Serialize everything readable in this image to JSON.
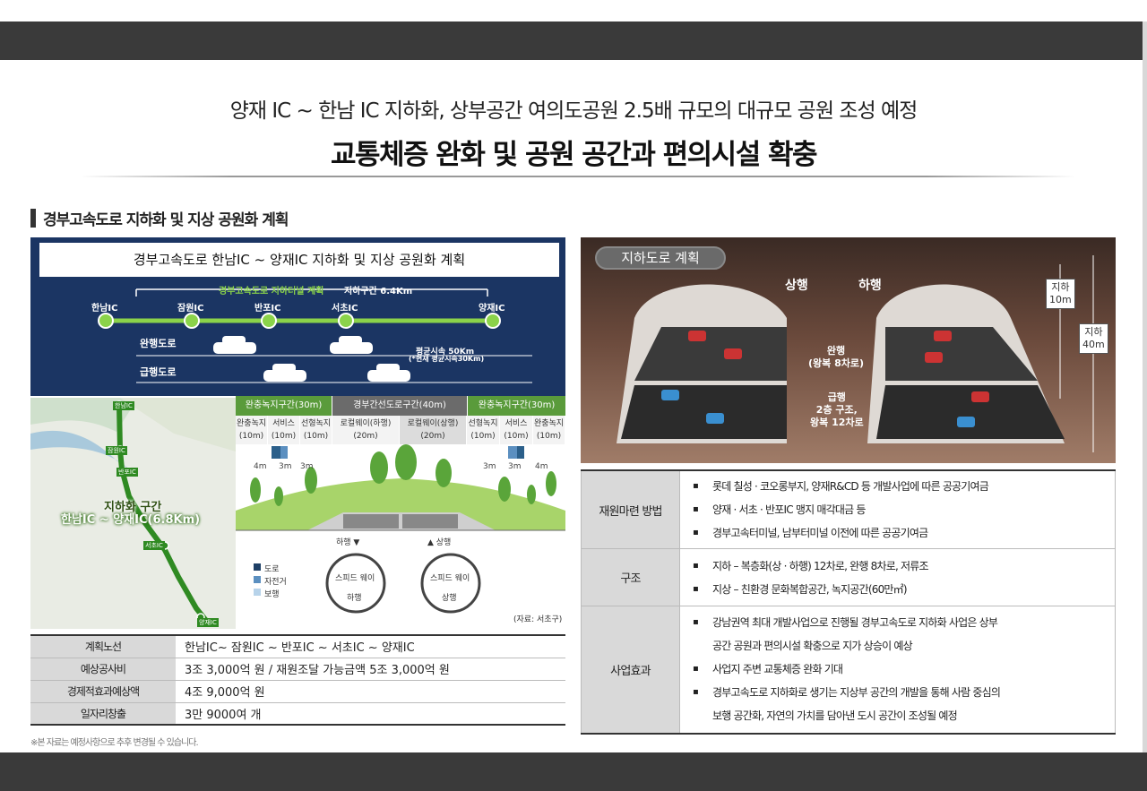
{
  "header": {
    "subtitle": "양재 IC ~ 한남 IC 지하화, 상부공간 여의도공원 2.5배 규모의 대규모 공원 조성 예정",
    "title": "교통체증 완화 및 공원 공간과 편의시설 확충"
  },
  "section": {
    "title": "경부고속도로 지하화 및 지상 공원화 계획"
  },
  "plan_panel": {
    "title": "경부고속도로 한남IC ~ 양재IC 지하화 및 지상 공원화 계획",
    "range_label": "경부고속도로 지하터널 계획",
    "range_length": "지하구간 6.4Km",
    "ics": [
      "한남IC",
      "잠원IC",
      "반포IC",
      "서초IC",
      "양재IC"
    ],
    "lane_slow": "완행도로",
    "lane_fast": "급행도로",
    "speed_line1": "평균시속 50Km",
    "speed_line2": "(*현재 평균시속30Km)"
  },
  "map": {
    "line1": "지하화 구간",
    "line2": "한남IC ~ 양재IC(6.8Km)",
    "ic_labels": [
      "한남IC",
      "잠원IC",
      "반포IC",
      "서초IC",
      "양재IC"
    ]
  },
  "cross_section": {
    "zones": [
      "완충녹지구간(30m)",
      "경부간선도로구간(40m)",
      "완충녹지구간(30m)"
    ],
    "subs": [
      {
        "name": "완충녹지",
        "w": "(10m)"
      },
      {
        "name": "서비스",
        "w": "(10m)"
      },
      {
        "name": "선형녹지",
        "w": "(10m)"
      },
      {
        "name": "로컬웨이(하행)",
        "w": "(20m)"
      },
      {
        "name": "로컬웨이(상행)",
        "w": "(20m)"
      },
      {
        "name": "선형녹지",
        "w": "(10m)"
      },
      {
        "name": "서비스",
        "w": "(10m)"
      },
      {
        "name": "완충녹지",
        "w": "(10m)"
      }
    ],
    "dims": [
      "4m",
      "3m",
      "3m",
      "3m",
      "3m",
      "4m"
    ],
    "down": "하행 ▼",
    "up": "▲ 상행",
    "legend": [
      "도로",
      "자전거",
      "보행"
    ],
    "tunnel_name": "스피드 웨이",
    "tunnel_down": "하행",
    "tunnel_up": "상행",
    "source": "(자료: 서초구)"
  },
  "summary_table": [
    {
      "key": "계획노선",
      "value": "한남IC~ 잠원IC ~ 반포IC ~ 서초IC ~ 양재IC"
    },
    {
      "key": "예상공사비",
      "value": "3조 3,000억 원 / 재원조달 가능금액 5조 3,000억 원"
    },
    {
      "key": "경제적효과예상액",
      "value": "4조 9,000억 원"
    },
    {
      "key": "일자리창출",
      "value": "3만 9000여 개"
    }
  ],
  "footnote": "※본 자료는 예정사항으로 추후 변경될 수 있습니다.",
  "tunnel": {
    "tag": "지하도로 계획",
    "up": "상행",
    "down": "하행",
    "slow_line1": "완행",
    "slow_line2": "(왕복 8차로)",
    "fast_line1": "급행",
    "fast_line2": "2층 구조,",
    "fast_line3": "왕복 12차로",
    "depth1_a": "지하",
    "depth1_b": "10m",
    "depth2_a": "지하",
    "depth2_b": "40m"
  },
  "detail_table": {
    "rows": [
      {
        "key": "재원마련 방법",
        "items": [
          "롯데 칠성 · 코오롱부지, 양재R&CD 등 개발사업에 따른 공공기여금",
          "양재 · 서초 · 반포IC 맹지 매각대금 등",
          "경부고속터미널, 남부터미널 이전에 따른 공공기여금"
        ]
      },
      {
        "key": "구조",
        "items": [
          "지하 – 복층화(상 · 하행) 12차로, 완행 8차로, 저류조",
          "지상 – 친환경 문화복합공간, 녹지공간(60만㎡)"
        ]
      },
      {
        "key": "사업효과",
        "items": [
          "강남권역 최대 개발사업으로 진행될 경부고속도로 지하화 사업은  상부",
          "사업지 주변 교통체증 완화 기대",
          "경부고속도로 지하화로 생기는 지상부 공간의 개발을 통해 사람 중심의"
        ],
        "cont": [
          "공간 공원과 편의시설 확충으로 지가 상승이 예상",
          "보행 공간화, 자연의 가치를 담아낸 도시 공간이 조성될 예정"
        ]
      }
    ]
  }
}
